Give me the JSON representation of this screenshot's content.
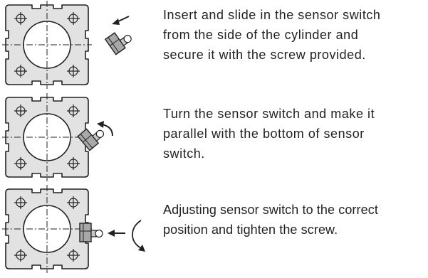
{
  "steps": [
    {
      "lines": [
        "Insert and slide in the sensor switch",
        "from the side of the cylinder and",
        "secure it with the screw provided."
      ],
      "icons": [
        "cylinder-profile-icon",
        "sensor-switch-icon",
        "insert-arrow-icon"
      ]
    },
    {
      "lines": [
        "Turn the sensor switch and make it",
        "parallel with the bottom of sensor",
        "switch."
      ],
      "icons": [
        "cylinder-profile-icon",
        "sensor-switch-icon",
        "rotate-arrow-icon"
      ]
    },
    {
      "lines": [
        "Adjusting sensor switch to the correct",
        "position and tighten the screw."
      ],
      "icons": [
        "cylinder-profile-icon",
        "sensor-switch-icon",
        "push-arrow-icon",
        "tighten-arrow-icon"
      ]
    }
  ],
  "colors": {
    "profile_fill": "#e2e2e2",
    "line": "#222222",
    "text": "#222222",
    "sensor_fill": "#a8a8a8"
  }
}
